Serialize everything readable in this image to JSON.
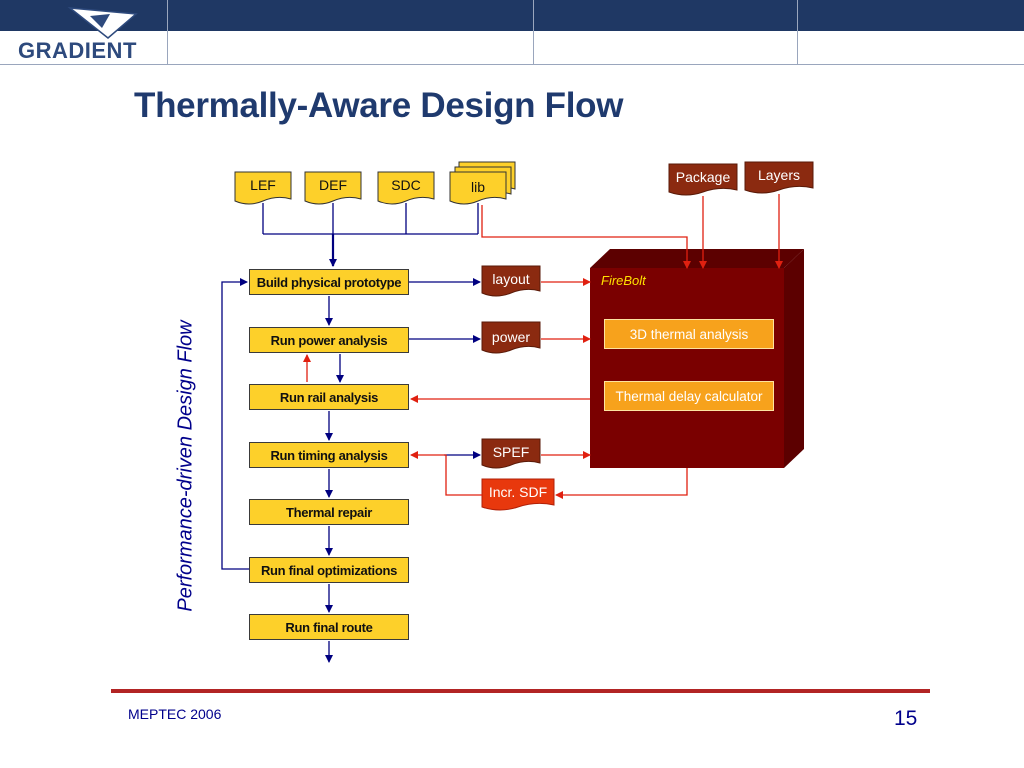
{
  "header": {
    "logo_text": "GRADIENT"
  },
  "slide": {
    "title": "Thermally-Aware Design Flow"
  },
  "inputs": [
    {
      "label": "LEF"
    },
    {
      "label": "DEF"
    },
    {
      "label": "SDC"
    },
    {
      "label": "lib"
    }
  ],
  "thermal_inputs": [
    {
      "label": "Package"
    },
    {
      "label": "Layers"
    }
  ],
  "flow_steps": [
    {
      "label": "Build physical prototype"
    },
    {
      "label": "Run power analysis"
    },
    {
      "label": "Run rail analysis"
    },
    {
      "label": "Run timing analysis"
    },
    {
      "label": "Thermal repair"
    },
    {
      "label": "Run final optimizations"
    },
    {
      "label": "Run final route"
    }
  ],
  "data_docs": [
    {
      "label": "layout"
    },
    {
      "label": "power"
    },
    {
      "label": "SPEF"
    },
    {
      "label": "Incr. SDF"
    }
  ],
  "firebolt": {
    "name": "FireBolt",
    "modules": [
      {
        "label": "3D thermal analysis"
      },
      {
        "label": "Thermal delay calculator"
      }
    ]
  },
  "side_label": "Performance-driven Design Flow",
  "footer": {
    "left": "MEPTEC 2006",
    "page_number": "15"
  },
  "colors": {
    "header_navy": "#1f3864",
    "title_blue": "#1f3a6e",
    "step_yellow": "#fdd02a",
    "doc_maroon": "#8b2a10",
    "firebolt_red": "#7a0000",
    "module_orange": "#f7a21c",
    "sdf_red": "#e8380d",
    "flow_arrow_navy": "#000080",
    "thermal_arrow_red": "#e02010",
    "footer_red": "#b22424"
  }
}
